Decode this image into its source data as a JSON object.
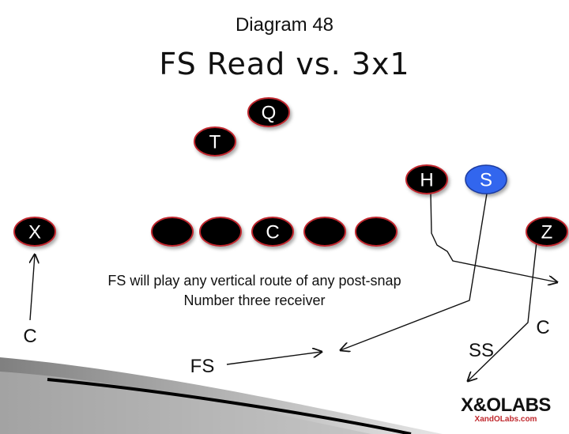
{
  "diagram": {
    "label": "Diagram 48",
    "title": "FS Read vs. 3x1",
    "note_line1": "FS will play any vertical route of any post-snap",
    "note_line2": "Number three receiver"
  },
  "offense": {
    "receiver_x": "X",
    "center": "C",
    "receiver_z": "Z",
    "h_back": "H",
    "quarterback": "Q",
    "tailback": "T"
  },
  "defense": {
    "safety_s": "S",
    "left_corner": "C",
    "right_corner": "C",
    "free_safety": "FS",
    "strong_safety": "SS"
  },
  "logo": {
    "brand": "X&OLABS",
    "url": "XandOLabs.com"
  },
  "colors": {
    "offense_fill": "#000000",
    "offense_outline": "#c0282d",
    "defense_fill": "#3366ee",
    "text": "#111111"
  }
}
